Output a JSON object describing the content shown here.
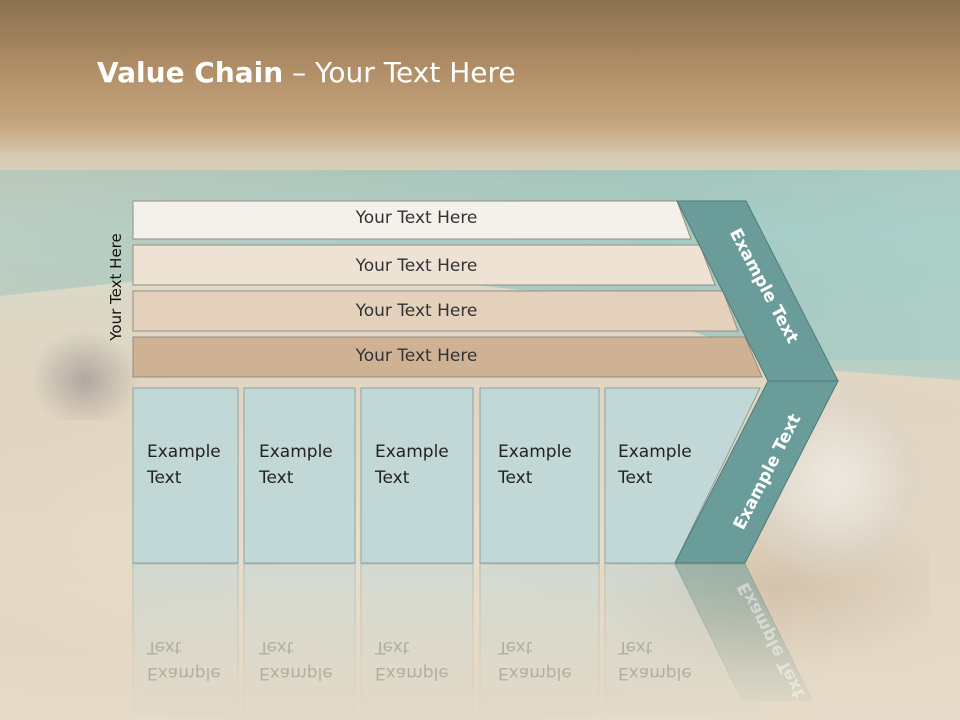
{
  "slide": {
    "title_bold": "Value Chain",
    "title_rest": " – Your Text Here",
    "side_label": "Your Text Here"
  },
  "rows": [
    {
      "label": "Your Text Here"
    },
    {
      "label": "Your Text Here"
    },
    {
      "label": "Your Text Here"
    },
    {
      "label": "Your Text Here"
    }
  ],
  "boxes": [
    {
      "label": "Example\nText"
    },
    {
      "label": "Example\nText"
    },
    {
      "label": "Example\nText"
    },
    {
      "label": "Example\nText"
    },
    {
      "label": "Example\nText"
    }
  ],
  "chevron": {
    "upper_label": "Example Text",
    "lower_label": "Example Text"
  },
  "colors": {
    "row_fills": [
      "#f4f0ea",
      "#eee2d4",
      "#e3d1bc",
      "#cfb194"
    ],
    "box_fill": "#c2d8d6",
    "chevron_fill": "#6a9c9a"
  }
}
